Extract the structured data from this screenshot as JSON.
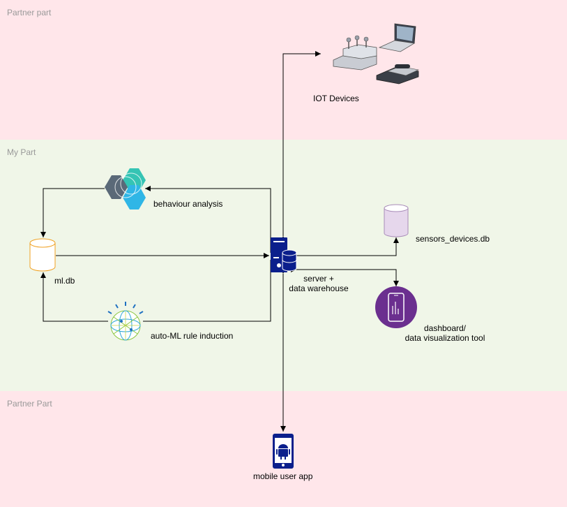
{
  "zones": [
    {
      "label": "Partner part",
      "color": "#ffe6ea"
    },
    {
      "label": "My Part",
      "color": "#f0f6e8"
    },
    {
      "label": "Partner Part",
      "color": "#ffe6ea"
    }
  ],
  "nodes": {
    "iot_devices": "IOT Devices",
    "behaviour_analysis": "behaviour analysis",
    "ml_db": "ml.db",
    "server_line1": "server +",
    "server_line2": "data warehouse",
    "sensors_db": "sensors_devices.db",
    "dashboard_line1": "dashboard/",
    "dashboard_line2": "data visualization tool",
    "automl": "auto-ML rule induction",
    "mobile_app": "mobile user app"
  },
  "colors": {
    "server": "#0b1f8c",
    "dashboard": "#6b2f8f",
    "mobile": "#0b1f8c",
    "ml_db_stroke": "#f0a020",
    "sensors_db_fill": "#e6d7ec",
    "hex_teal": "#35c4b4",
    "hex_blue": "#2fb6e6",
    "hex_gray": "#5a6978"
  }
}
